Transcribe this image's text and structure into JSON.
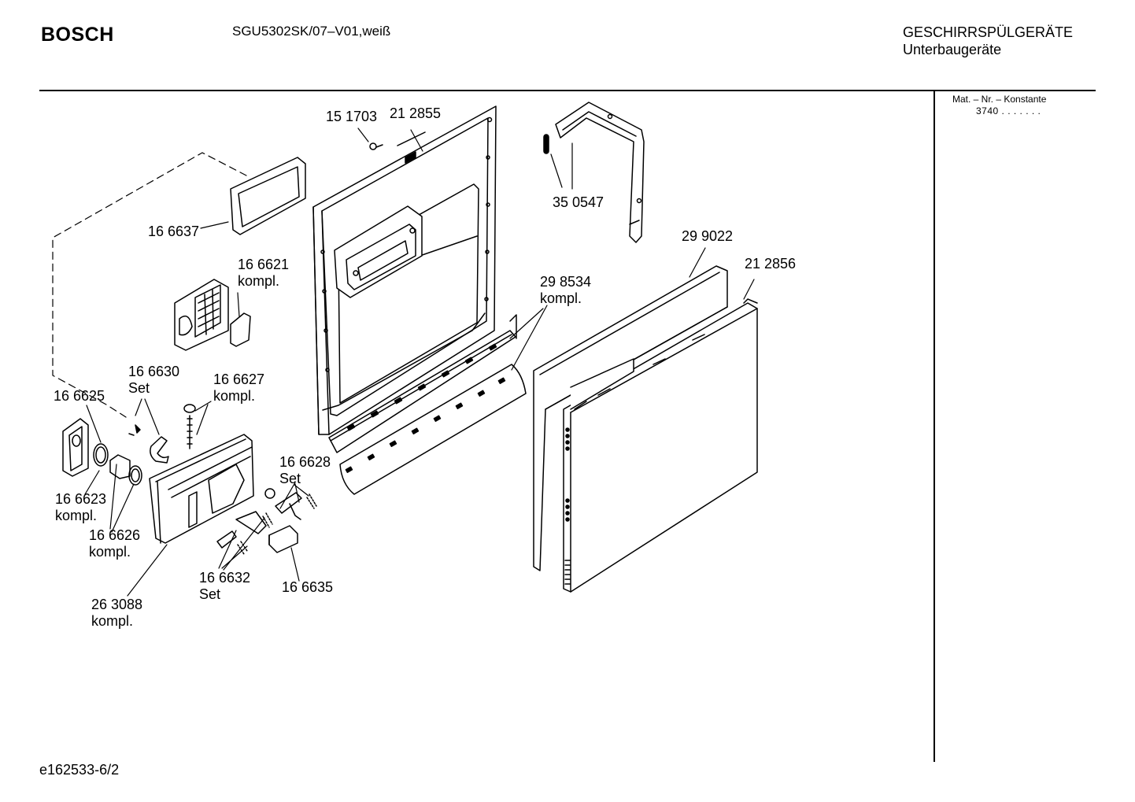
{
  "header": {
    "brand": "BOSCH",
    "model": "SGU5302SK/07–V01,weiß",
    "category_line1": "GESCHIRRSPÜLGERÄTE",
    "category_line2": "Unterbaugeräte"
  },
  "sidebar": {
    "label": "Mat. – Nr. – Konstante",
    "value": "3740 .  .  .   .  .  .  ."
  },
  "footer": {
    "document_id": "e162533-6/2"
  },
  "parts": {
    "p151703": "15 1703",
    "p212855": "21 2855",
    "p350547": "35 0547",
    "p166637": "16 6637",
    "p166621": "16 6621",
    "p166621_note": "kompl.",
    "p299022": "29 9022",
    "p212856": "21 2856",
    "p298534": "29 8534",
    "p298534_note": "kompl.",
    "p166630": "16 6630",
    "p166630_note": "Set",
    "p166627": "16 6627",
    "p166627_note": "kompl.",
    "p166625": "16 6625",
    "p166628": "16 6628",
    "p166628_note": "Set",
    "p166623": "16 6623",
    "p166623_note": "kompl.",
    "p166626": "16 6626",
    "p166626_note": "kompl.",
    "p166632": "16 6632",
    "p166632_note": "Set",
    "p166635": "16 6635",
    "p263088": "26 3088",
    "p263088_note": "kompl."
  }
}
